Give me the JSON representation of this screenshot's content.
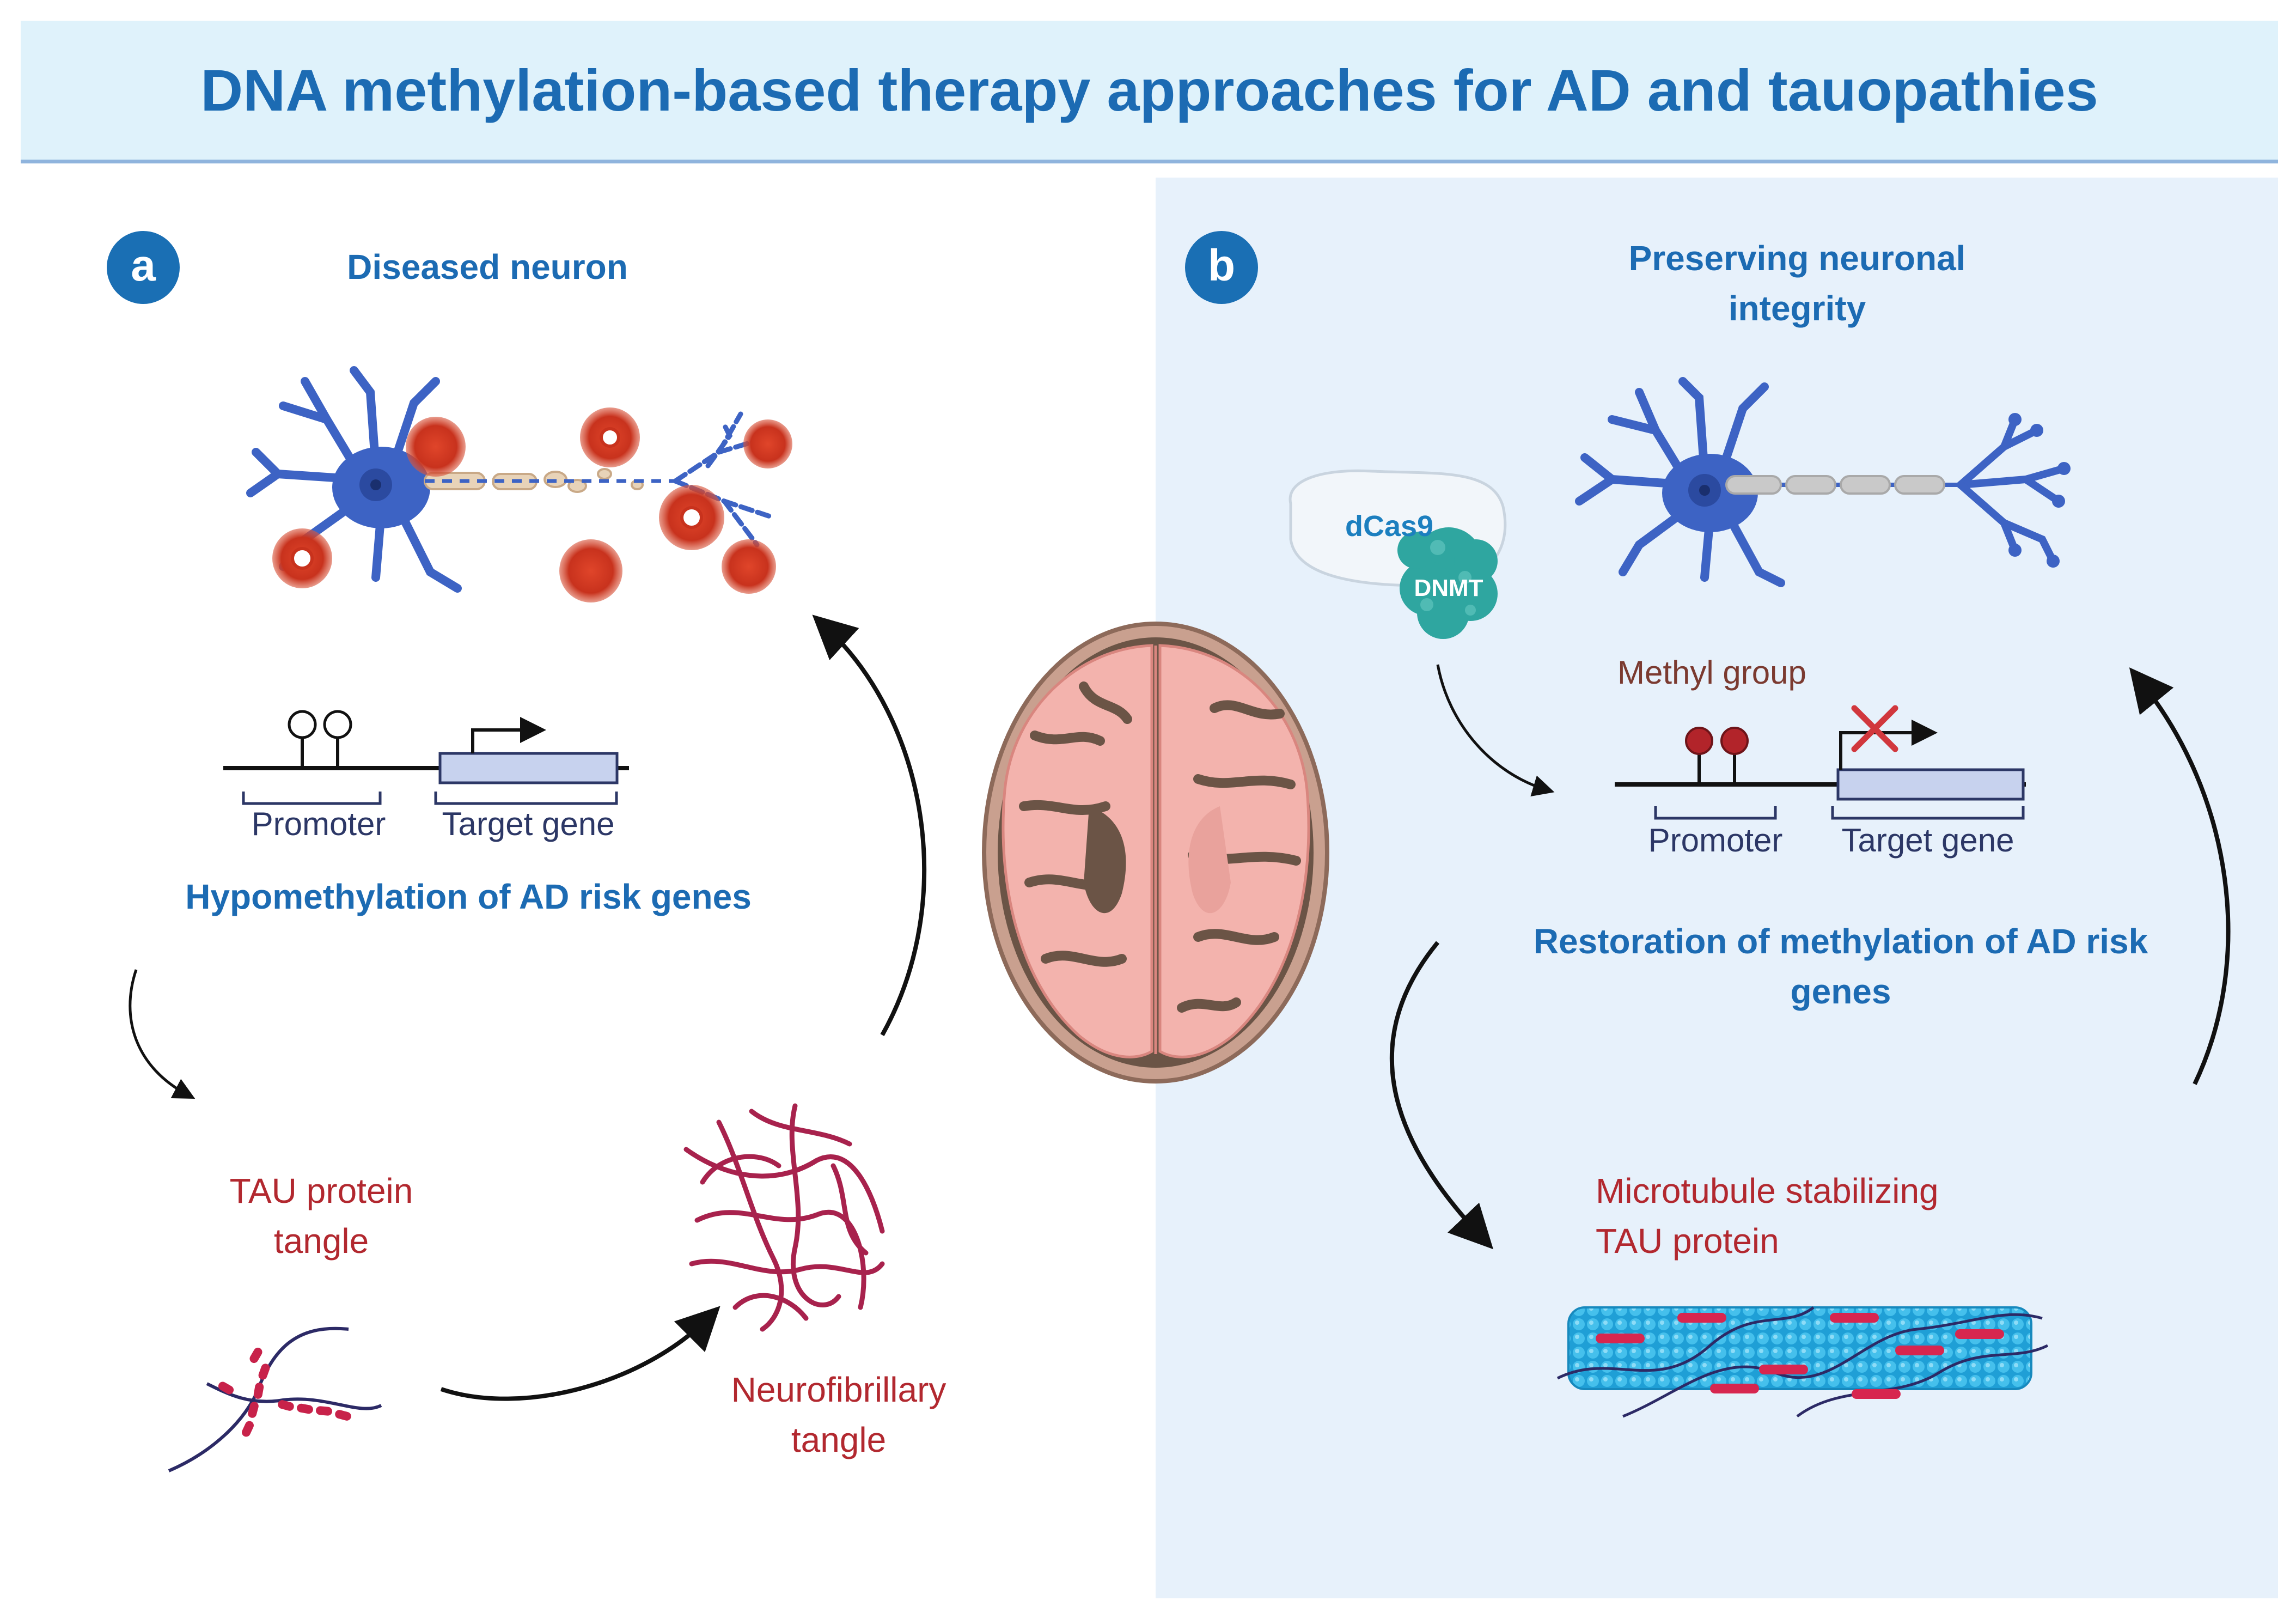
{
  "title": "DNA methylation-based therapy approaches for AD and tauopathies",
  "colors": {
    "accent_blue": "#1c6bb3",
    "label_red": "#b2282f",
    "header_bg": "#dff2fb",
    "panel_b_bg": "#e7f1fb",
    "neuron_blue": "#3d63c4",
    "plaque_red": "#c8321d",
    "brain_pink": "#f3b3ad",
    "dnmt_teal": "#2fa6a0"
  },
  "panel_a": {
    "badge": "a",
    "heading": "Diseased neuron",
    "promoter_label": "Promoter",
    "target_gene_label": "Target gene",
    "caption": "Hypomethylation of AD risk genes",
    "tau_label_line1": "TAU protein",
    "tau_label_line2": "tangle",
    "nft_label_line1": "Neurofibrillary",
    "nft_label_line2": "tangle"
  },
  "panel_b": {
    "badge": "b",
    "heading_line1": "Preserving neuronal",
    "heading_line2": "integrity",
    "dcas9_label": "dCas9",
    "dnmt_label": "DNMT",
    "methyl_label": "Methyl group",
    "promoter_label": "Promoter",
    "target_gene_label": "Target gene",
    "caption_line1": "Restoration of methylation of AD risk",
    "caption_line2": "genes",
    "microtubule_label_line1": "Microtubule stabilizing",
    "microtubule_label_line2": "TAU protein"
  }
}
